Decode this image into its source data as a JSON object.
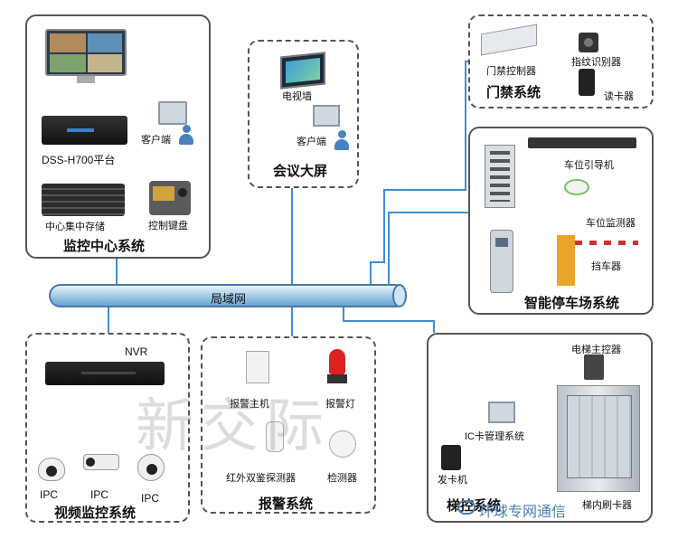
{
  "monitor_center": {
    "title": "监控中心系统",
    "dss": "DSS-H700平台",
    "client": "客户端",
    "storage": "中心集中存储",
    "keyboard": "控制键盘"
  },
  "meeting": {
    "title": "会议大屏",
    "videowall": "电视墙",
    "client": "客户端"
  },
  "access": {
    "title": "门禁系统",
    "controller": "门禁控制器",
    "fingerprint": "指纹识别器",
    "reader": "读卡器"
  },
  "parking": {
    "title": "智能停车场系统",
    "guidance": "车位引导机",
    "detector": "车位监测器",
    "barrier": "挡车器"
  },
  "lan": {
    "label": "局域网"
  },
  "video": {
    "title": "视频监控系统",
    "nvr": "NVR",
    "ipc1": "IPC",
    "ipc2": "IPC",
    "ipc3": "IPC"
  },
  "alarm": {
    "title": "报警系统",
    "host": "报警主机",
    "lamp": "报警灯",
    "pir": "红外双鉴探测器",
    "detector": "检测器"
  },
  "elevator": {
    "title": "梯控系统",
    "main": "电梯主控器",
    "ic_mgmt": "IC卡管理系统",
    "issuer": "发卡机",
    "reader": "梯内刷卡器"
  },
  "watermark": "新交际",
  "footer": {
    "wechat": "环球专网通信"
  },
  "colors": {
    "wire": "#3f8fd0",
    "lan_fill": "#9ec8e6",
    "border": "#555555"
  }
}
